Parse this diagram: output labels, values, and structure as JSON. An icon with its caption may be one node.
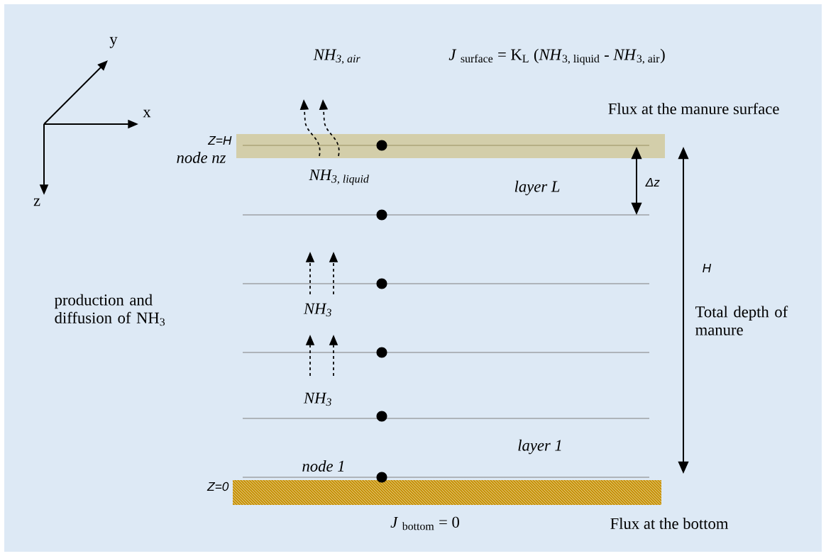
{
  "diagram": {
    "labels": [
      "y",
      "NH$_{3, air}$",
      "*J* $_{surface}$ = K$_{L}$ (*NH*$_{3, liquid}$ - *NH*$_{3, air}$)",
      "x",
      "Flux at the manure surface",
      "Z=H",
      "node nz",
      "NH$_{3, liquid}$",
      "layer L",
      "Δz",
      "z",
      "H",
      "production and diffusion of NH$_{3}$",
      "NH$_{3}$",
      "Total depth of manure",
      "NH$_{3}$",
      "layer 1",
      "node 1",
      "Z=0",
      "*J* $_{bottom}$ = 0",
      "Flux at the bottom"
    ]
  }
}
